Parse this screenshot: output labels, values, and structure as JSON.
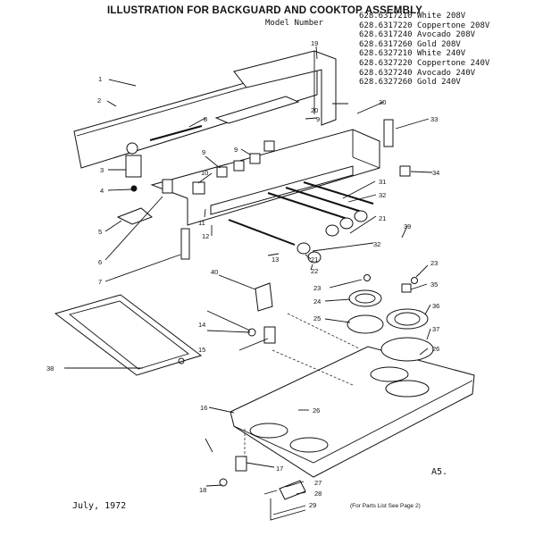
{
  "title": "ILLUSTRATION FOR BACKGUARD AND COOKTOP ASSEMBLY",
  "model_label": "Model Number",
  "models": [
    "628.6317210 White 208V",
    "628.6317220 Coppertone 208V",
    "628.6317240 Avocado 208V",
    "628.6317260 Gold 208V",
    "628.6327210 White 240V",
    "628.6327220 Coppertone 240V",
    "628.6327240 Avocado 240V",
    "628.6327260 Gold 240V"
  ],
  "date": "July, 1972",
  "parts_list_note": "(For Parts List See Page 2)",
  "sheet_code": "A5.",
  "callouts": [
    "1",
    "2",
    "3",
    "4",
    "5",
    "6",
    "7",
    "8",
    "9",
    "9",
    "9",
    "10",
    "11",
    "12",
    "13",
    "14",
    "15",
    "16",
    "17",
    "18",
    "19",
    "20",
    "21",
    "21",
    "22",
    "23",
    "23",
    "24",
    "25",
    "26",
    "26",
    "27",
    "28",
    "29",
    "30",
    "31",
    "32",
    "32",
    "33",
    "34",
    "35",
    "36",
    "37",
    "38",
    "39",
    "40"
  ]
}
